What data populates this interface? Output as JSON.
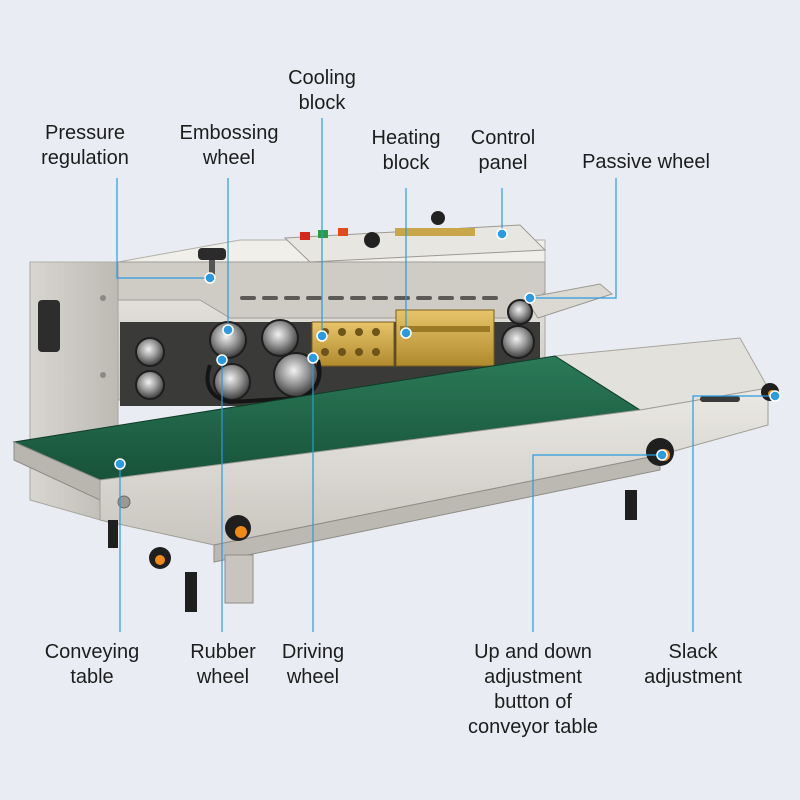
{
  "labels": {
    "pressure_regulation": [
      "Pressure",
      "regulation"
    ],
    "embossing_wheel": [
      "Embossing",
      "wheel"
    ],
    "cooling_block": [
      "Cooling",
      "block"
    ],
    "heating_block": [
      "Heating",
      "block"
    ],
    "control_panel": [
      "Control",
      "panel"
    ],
    "passive_wheel": [
      "Passive wheel"
    ],
    "conveying_table": [
      "Conveying",
      "table"
    ],
    "rubber_wheel": [
      "Rubber",
      "wheel"
    ],
    "driving_wheel": [
      "Driving",
      "wheel"
    ],
    "up_down_adjustment": [
      "Up and down",
      "adjustment",
      "button of",
      "conveyor table"
    ],
    "slack_adjustment": [
      "Slack",
      "adjustment"
    ]
  },
  "colors": {
    "background": "#e9edf3",
    "leader_line": "#2a9be0",
    "belt": "#1f6a4a",
    "knob": "#f08a16",
    "machine_body": "#d9d6cf"
  }
}
